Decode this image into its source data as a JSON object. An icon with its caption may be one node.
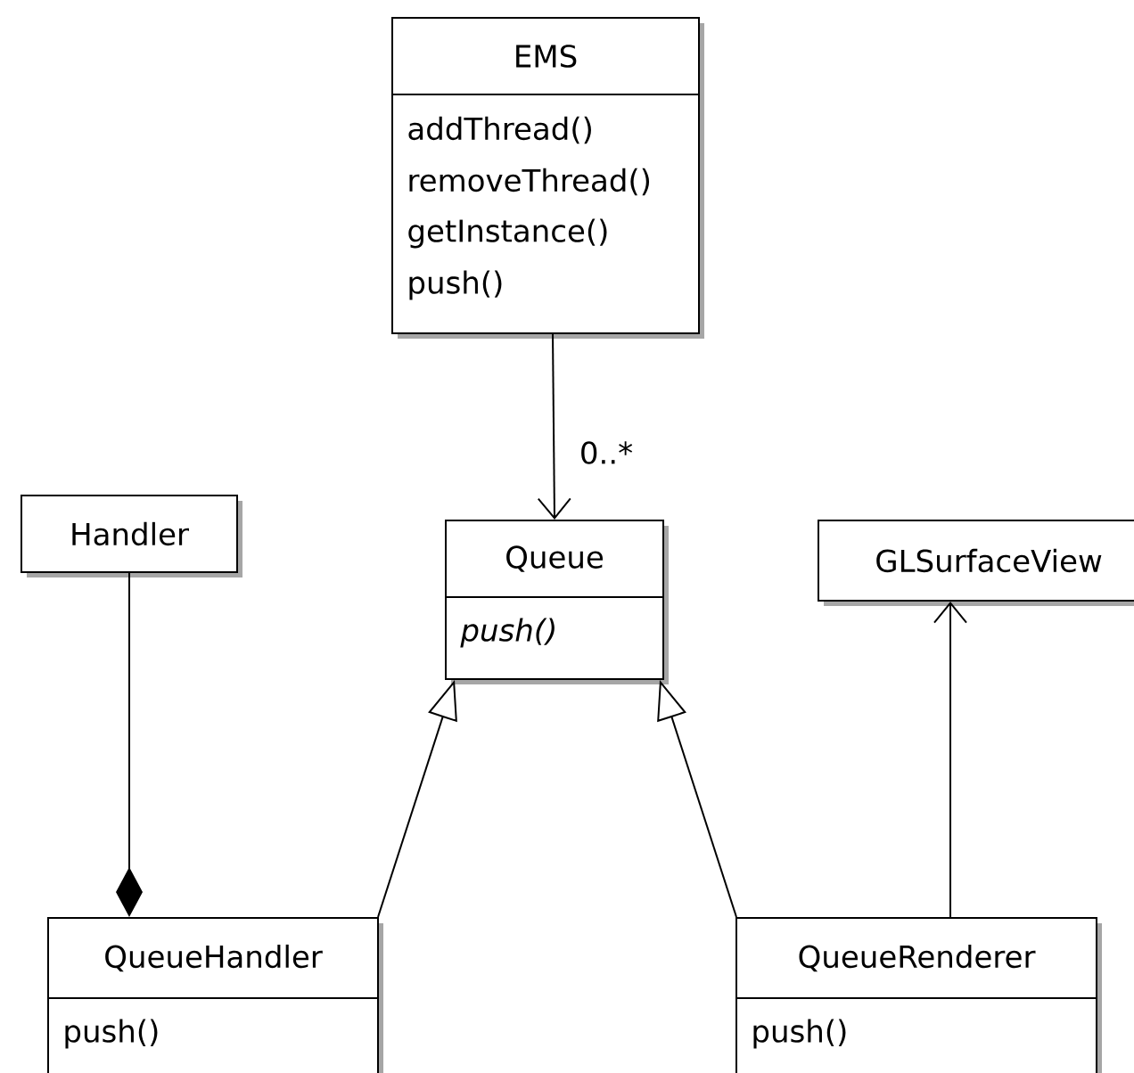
{
  "diagram": {
    "nodes": [
      {
        "text": [
          "EMS",
          "addThread()",
          "removeThread()",
          "getInstance()",
          "push()"
        ]
      },
      {
        "text": [
          "Handler"
        ]
      },
      {
        "text": [
          "Queue",
          "*push()*"
        ]
      },
      {
        "text": [
          "GLSurfaceView"
        ]
      },
      {
        "text": [
          "QueueHandler",
          "push()"
        ]
      },
      {
        "text": [
          "QueueRenderer",
          "push()"
        ]
      }
    ],
    "edges": [
      {
        "from": 0,
        "to": 2,
        "arrow": "to",
        "label": "0..*"
      },
      {
        "from": 1,
        "to": 4,
        "arrow": "other"
      },
      {
        "from": 4,
        "to": 2,
        "arrow": "to"
      },
      {
        "from": 5,
        "to": 2,
        "arrow": "to"
      },
      {
        "from": 5,
        "to": 3,
        "arrow": "to"
      }
    ]
  }
}
